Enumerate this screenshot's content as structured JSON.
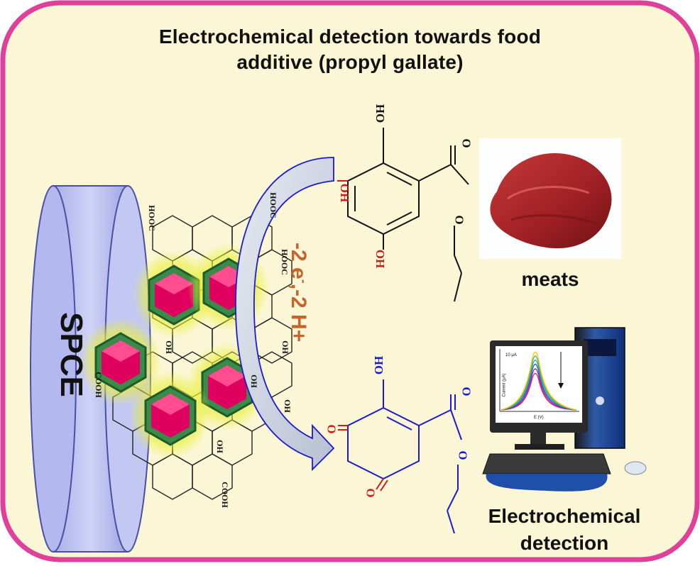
{
  "title_line1": "Electrochemical detection towards food",
  "title_line2": "additive (propyl gallate)",
  "electrode_label": "SPCE",
  "reaction_text": "-2 e",
  "reaction_sup": "-",
  "reaction_text2": ",-2 H+",
  "meats_label": "meats",
  "detection_label_line1": "Electrochemical",
  "detection_label_line2": "detection",
  "chem_labels": {
    "ho_top": "HO",
    "oh_mid": "OH",
    "oh_bottom": "OH",
    "o_carbonyl": "O",
    "o_ester": "O",
    "ho_product": "HO",
    "o_product1": "O",
    "o_product2": "O",
    "o_product_carbonyl": "O",
    "o_product_ester": "O",
    "hooc_1": "HOOC",
    "hooc_2": "HOOC",
    "hooc_3": "HOOC",
    "cooh_1": "COOH",
    "cooh_2": "COOH",
    "oh_sheet_1": "OH",
    "oh_sheet_2": "OH",
    "oh_sheet_3": "OH",
    "oh_sheet_4": "OH",
    "oh_sheet_5": "OH"
  },
  "monitor_plot": {
    "scale_label": "10 μA",
    "ylabel": "Current (μA)",
    "xlabel": "E (V)"
  },
  "colors": {
    "frame_border": "#e0409a",
    "frame_fill": "#fbf7d6",
    "electrode_fill": "#c9cdf2",
    "arrow_fill": "#cfd6e4",
    "reactant_red": "#d11a1a",
    "product_blue": "#1a1ad1",
    "reaction_orange": "#c8632b",
    "crystal_pink": "#e0005f",
    "crystal_green": "#3a8a4a",
    "glow_yellow": "#e8ef3a"
  }
}
